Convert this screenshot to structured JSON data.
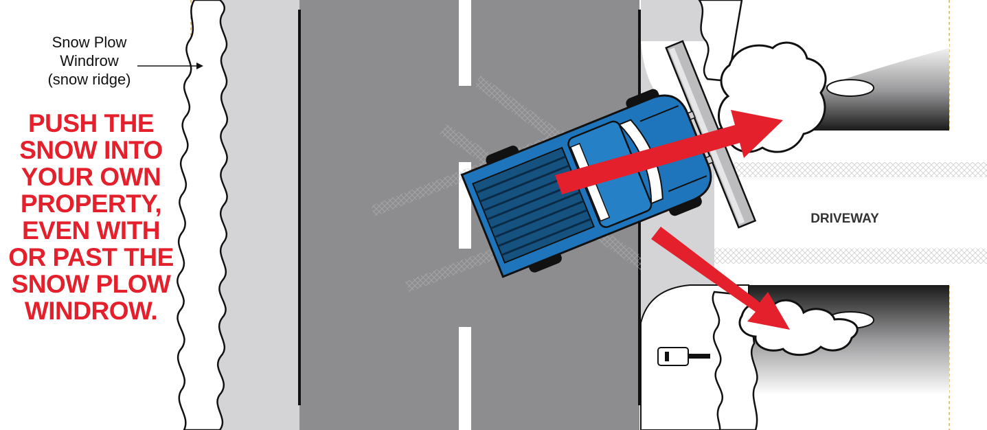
{
  "windrow_label": {
    "line1": "Snow Plow",
    "line2": "Windrow",
    "line3": "(snow ridge)"
  },
  "instruction": {
    "lines": [
      "PUSH THE",
      "SNOW INTO",
      "YOUR OWN",
      "PROPERTY,",
      "EVEN WITH",
      "OR PAST THE",
      "SNOW PLOW",
      "WINDROW."
    ]
  },
  "driveway_label": "DRIVEWAY",
  "colors": {
    "road": "#8c8c8e",
    "shoulder": "#d3d3d5",
    "truck": "#1f75bb",
    "arrow": "#e3202b",
    "text_red": "#e3202b"
  },
  "icons": [
    "pickup-truck-icon",
    "snow-plow-blade-icon",
    "mailbox-icon",
    "snow-pile-icon"
  ]
}
